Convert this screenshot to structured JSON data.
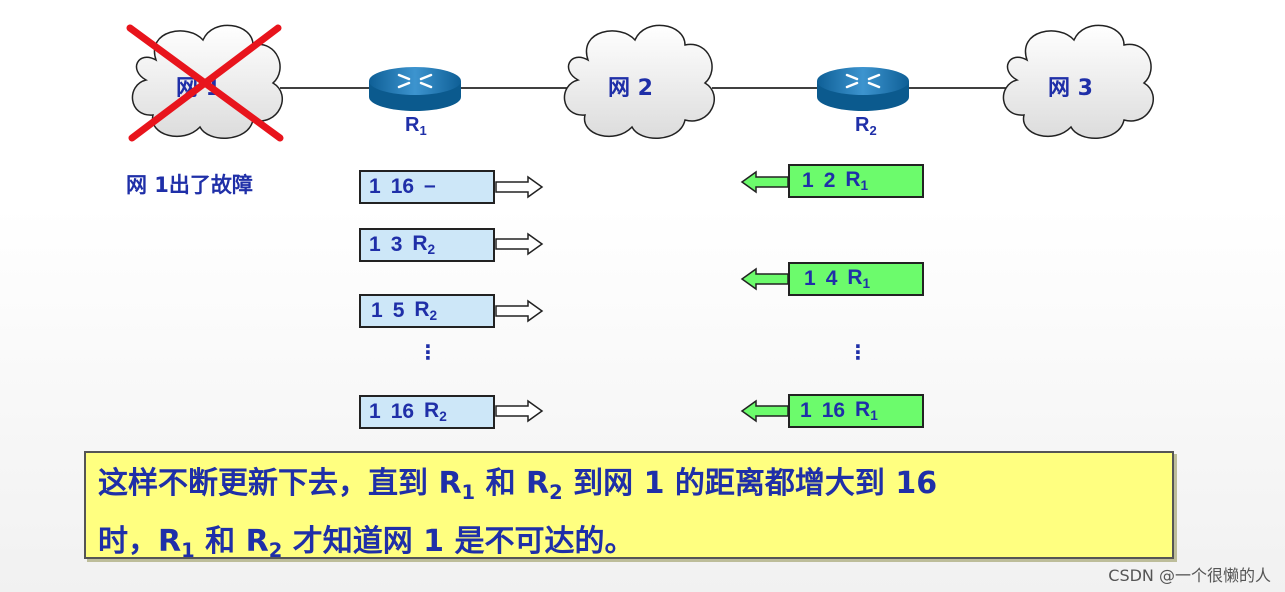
{
  "networks": {
    "net1": "网 1",
    "net2": "网 2",
    "net3": "网 3"
  },
  "routers": {
    "r1": {
      "label": "R",
      "sub": "1"
    },
    "r2": {
      "label": "R",
      "sub": "2"
    }
  },
  "fault_note": "网 1出了故障",
  "r1_updates": [
    {
      "net": "1",
      "dist": "16",
      "hop": "–",
      "hop_sub": ""
    },
    {
      "net": "1",
      "dist": "3",
      "hop": "R",
      "hop_sub": "2"
    },
    {
      "net": "1",
      "dist": "5",
      "hop": "R",
      "hop_sub": "2"
    },
    {
      "net": "1",
      "dist": "16",
      "hop": "R",
      "hop_sub": "2"
    }
  ],
  "r2_updates": [
    {
      "net": "1",
      "dist": "2",
      "hop": "R",
      "hop_sub": "1"
    },
    {
      "net": "1",
      "dist": "4",
      "hop": "R",
      "hop_sub": "1"
    },
    {
      "net": "1",
      "dist": "16",
      "hop": "R",
      "hop_sub": "1"
    }
  ],
  "ellipsis": "⋮",
  "message": {
    "line1_a": "这样不断更新下去，直到 R",
    "line1_sub1": "1",
    "line1_b": " 和 R",
    "line1_sub2": "2",
    "line1_c": " 到网 1 的距离都增大到 16",
    "line2_a": "时，R",
    "line2_sub1": "1",
    "line2_b": " 和 R",
    "line2_sub2": "2",
    "line2_c": " 才知道网 1 是不可达的。"
  },
  "watermark": "CSDN @一个很懒的人",
  "colors": {
    "text": "#1f2fa8",
    "r1_packet": "#cde7f8",
    "r2_packet": "#6cfb6c",
    "message_bg": "#ffff80",
    "fault_cross": "#e8141c",
    "router": "#1a6ea8"
  }
}
